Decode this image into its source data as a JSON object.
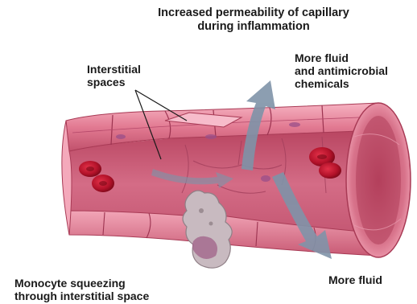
{
  "title": [
    "Increased permeability of capillary",
    "during inflammation"
  ],
  "labels": {
    "interstitial_spaces": [
      "Interstitial",
      "spaces"
    ],
    "more_fluid_chemicals": [
      "More fluid",
      "and antimicrobial",
      "chemicals"
    ],
    "monocyte": [
      "Monocyte squeezing",
      "through interstitial space"
    ],
    "more_fluid": [
      "More fluid"
    ]
  },
  "colors": {
    "vessel_wall": "#d9667e",
    "vessel_highlight": "#f19aae",
    "vessel_dark": "#a83a55",
    "lumen": "#c94f6c",
    "red_blood_cell": "#b3122a",
    "monocyte": "#b9a9b0",
    "arrow": "#7f93a8"
  }
}
